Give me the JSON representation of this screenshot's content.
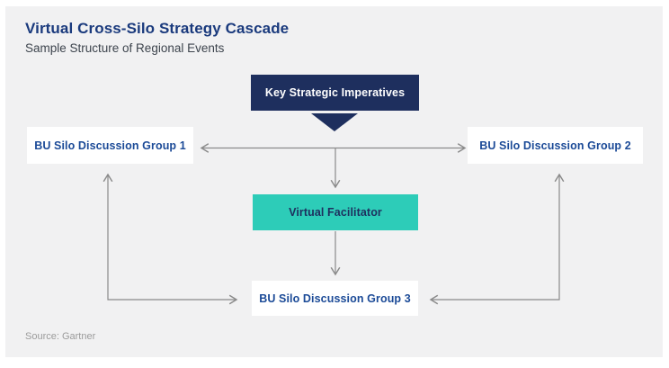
{
  "header": {
    "title": "Virtual Cross-Silo Strategy Cascade",
    "subtitle": "Sample Structure of Regional Events"
  },
  "diagram": {
    "nodes": {
      "key_strategic_imperatives": "Key Strategic Imperatives",
      "group1": "BU Silo Discussion Group 1",
      "group2": "BU Silo Discussion Group 2",
      "virtual_facilitator": "Virtual Facilitator",
      "group3": "BU Silo Discussion Group 3"
    },
    "colors": {
      "navy_box": "#1e2f5e",
      "teal_box": "#2dccb8",
      "label_text_blue": "#1b4a97",
      "title_blue": "#1a3a7d",
      "arrow_gray": "#8a8a8a",
      "panel_background": "#f1f1f2"
    }
  },
  "footer": {
    "source": "Source: Gartner"
  }
}
